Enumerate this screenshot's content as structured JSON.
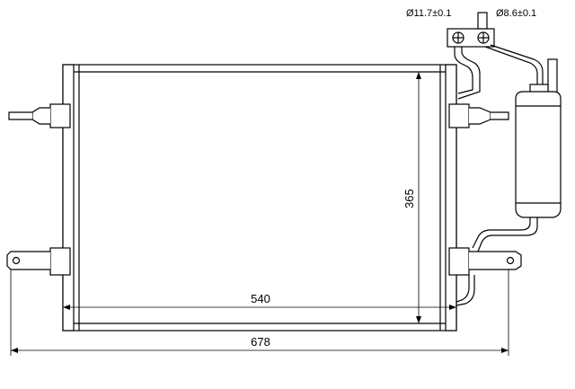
{
  "drawing": {
    "dimensions": {
      "core_width": "540",
      "overall_width": "678",
      "height": "365"
    },
    "port_labels": {
      "inlet": "Ø11.7±0.1",
      "outlet": "Ø8.6±0.1"
    }
  }
}
